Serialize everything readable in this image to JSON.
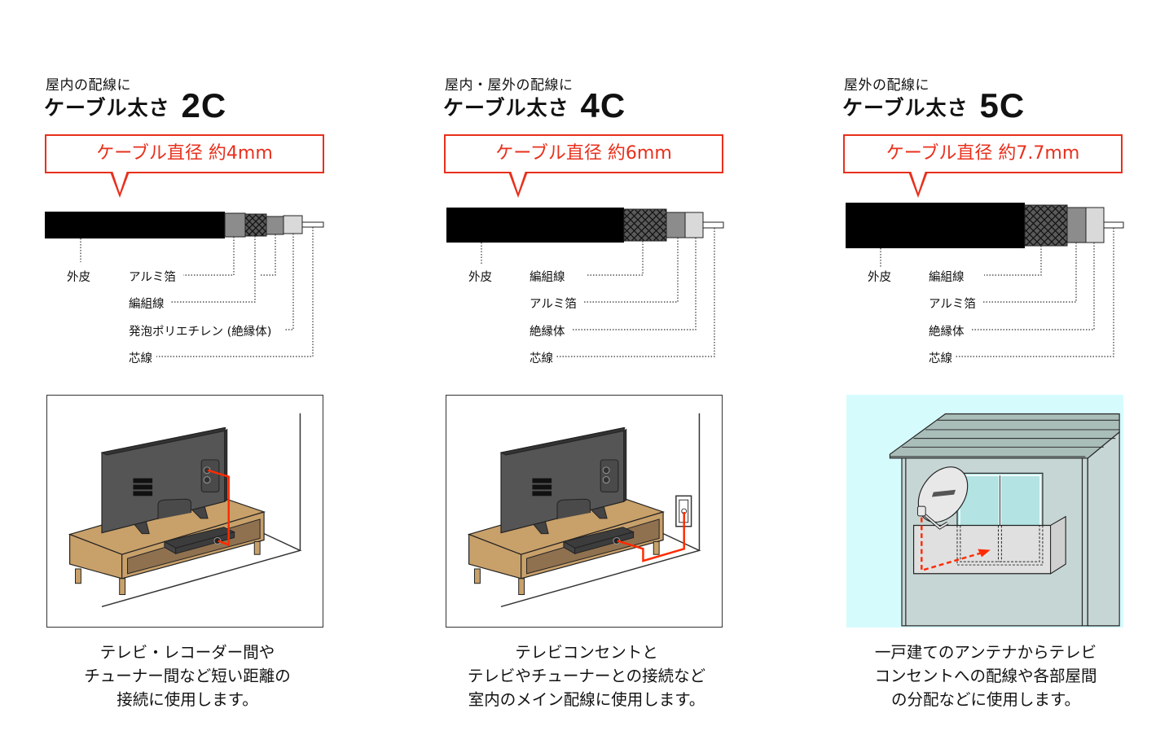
{
  "colors": {
    "accent_red": "#e8301c",
    "jacket": "#000000",
    "aluminum_foil": "#8c8c8c",
    "braid": "#5a5a5a",
    "insulator": "#d9d9d9",
    "conductor": "#ffffff",
    "tv_body": "#555555",
    "tv_stand_wood": "#c8a06a",
    "sky": "#d6fbfd",
    "house_wall": "#c6d6d4",
    "window_glass": "#b3e3e3"
  },
  "cables": [
    {
      "id": "2c",
      "subtitle": "屋内の配線に",
      "title_prefix": "ケーブル太さ",
      "title_size": "2C",
      "diameter_label": "ケーブル直径 約4mm",
      "layers": {
        "jacket": "外皮",
        "labels": [
          "アルミ箔",
          "編組線",
          "発泡ポリエチレン (絶縁体)",
          "芯線"
        ]
      },
      "illustration": "tv-to-recorder",
      "description": [
        "テレビ・レコーダー間や",
        "チューナー間など短い距離の",
        "接続に使用します。"
      ]
    },
    {
      "id": "4c",
      "subtitle": "屋内・屋外の配線に",
      "title_prefix": "ケーブル太さ",
      "title_size": "4C",
      "diameter_label": "ケーブル直径 約6mm",
      "layers": {
        "jacket": "外皮",
        "labels": [
          "編組線",
          "アルミ箔",
          "絶縁体",
          "芯線"
        ]
      },
      "illustration": "wall-outlet-to-tuner",
      "description": [
        "テレビコンセントと",
        "テレビやチューナーとの接続など",
        "室内のメイン配線に使用します。"
      ]
    },
    {
      "id": "5c",
      "subtitle": "屋外の配線に",
      "title_prefix": "ケーブル太さ",
      "title_size": "5C",
      "diameter_label": "ケーブル直径 約7.7mm",
      "layers": {
        "jacket": "外皮",
        "labels": [
          "編組線",
          "アルミ箔",
          "絶縁体",
          "芯線"
        ]
      },
      "illustration": "antenna-house",
      "description": [
        "一戸建てのアンテナからテレビ",
        "コンセントへの配線や各部屋間",
        "の分配などに使用します。"
      ]
    }
  ]
}
